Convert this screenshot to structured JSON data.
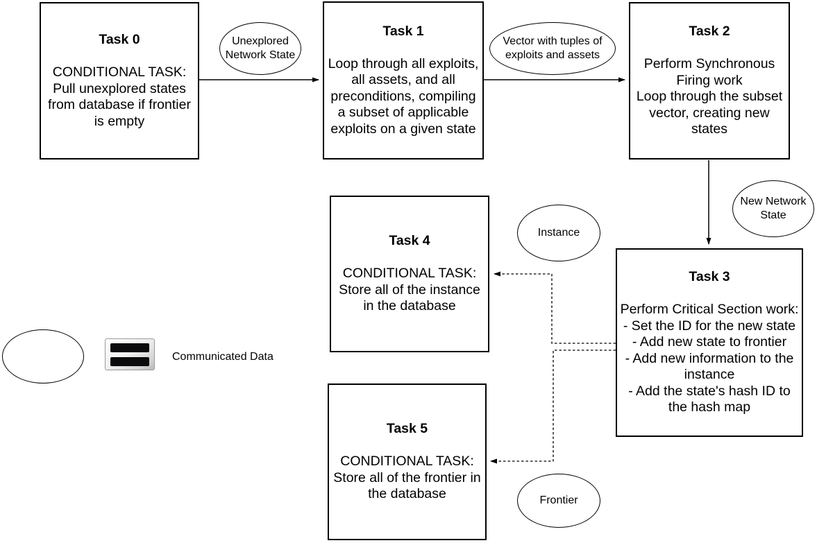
{
  "diagram": {
    "colors": {
      "stroke": "#000000",
      "fill": "#ffffff",
      "text": "#000000"
    },
    "tasks": [
      {
        "id": "task-0",
        "title": "Task 0",
        "body": "CONDITIONAL TASK:\nPull unexplored states\nfrom database if frontier\nis empty"
      },
      {
        "id": "task-1",
        "title": "Task 1",
        "body": "Loop through all exploits,\nall assets, and all\npreconditions, compiling\na subset of applicable\nexploits on a given state"
      },
      {
        "id": "task-2",
        "title": "Task 2",
        "body": "Perform Synchronous\nFiring work\nLoop through the subset\nvector, creating new\nstates"
      },
      {
        "id": "task-3",
        "title": "Task 3",
        "body": "Perform Critical Section work:\n- Set the ID for the new state\n- Add new state to frontier\n- Add new information to the\ninstance\n- Add the state's hash ID to\nthe hash map"
      },
      {
        "id": "task-4",
        "title": "Task 4",
        "body": "CONDITIONAL TASK:\nStore all of the instance\nin the database"
      },
      {
        "id": "task-5",
        "title": "Task 5",
        "body": "CONDITIONAL TASK:\nStore all of the frontier in\nthe database"
      }
    ],
    "data_nodes": [
      {
        "id": "unexplored-network-state",
        "label": "Unexplored\nNetwork State"
      },
      {
        "id": "vector-of-tuples",
        "label": "Vector with tuples of\nexploits and assets"
      },
      {
        "id": "new-network-state",
        "label": "New Network\nState"
      },
      {
        "id": "instance",
        "label": "Instance"
      },
      {
        "id": "frontier",
        "label": "Frontier"
      }
    ],
    "legend": {
      "symbol": "ellipse",
      "icon": "heavy-equals-sign",
      "label": "Communicated Data"
    }
  }
}
